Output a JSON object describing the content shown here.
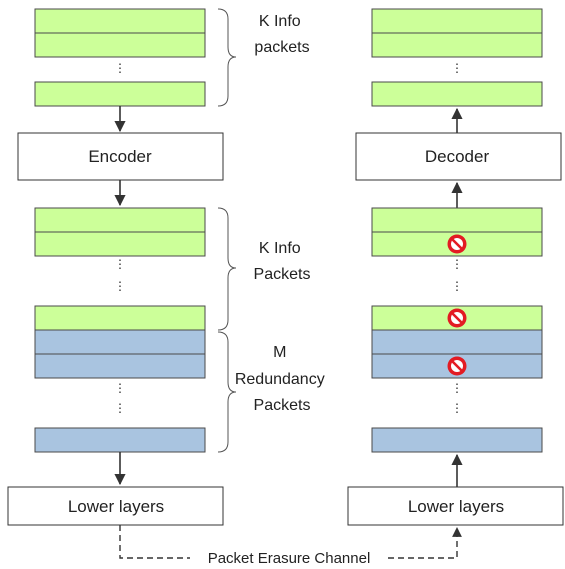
{
  "colors": {
    "info_packet": "#ccff99",
    "redundancy_packet": "#a9c4e0",
    "packet_stroke": "#4a4a4a",
    "erasure_icon": "#e31b23",
    "line": "#333333"
  },
  "icons": {
    "erasure": "no-entry-icon"
  },
  "sender": {
    "encoder_label": "Encoder",
    "lower_layers_label": "Lower layers",
    "k_info_packets_label": [
      "K Info",
      "packets"
    ],
    "k_info_packets_label_2": [
      "K Info",
      "Packets"
    ],
    "m_redundancy_label": [
      "M",
      "Redundancy",
      "Packets"
    ]
  },
  "receiver": {
    "decoder_label": "Decoder",
    "lower_layers_label": "Lower layers",
    "erased_packets": 3
  },
  "channel": {
    "label": "Packet Erasure Channel"
  }
}
